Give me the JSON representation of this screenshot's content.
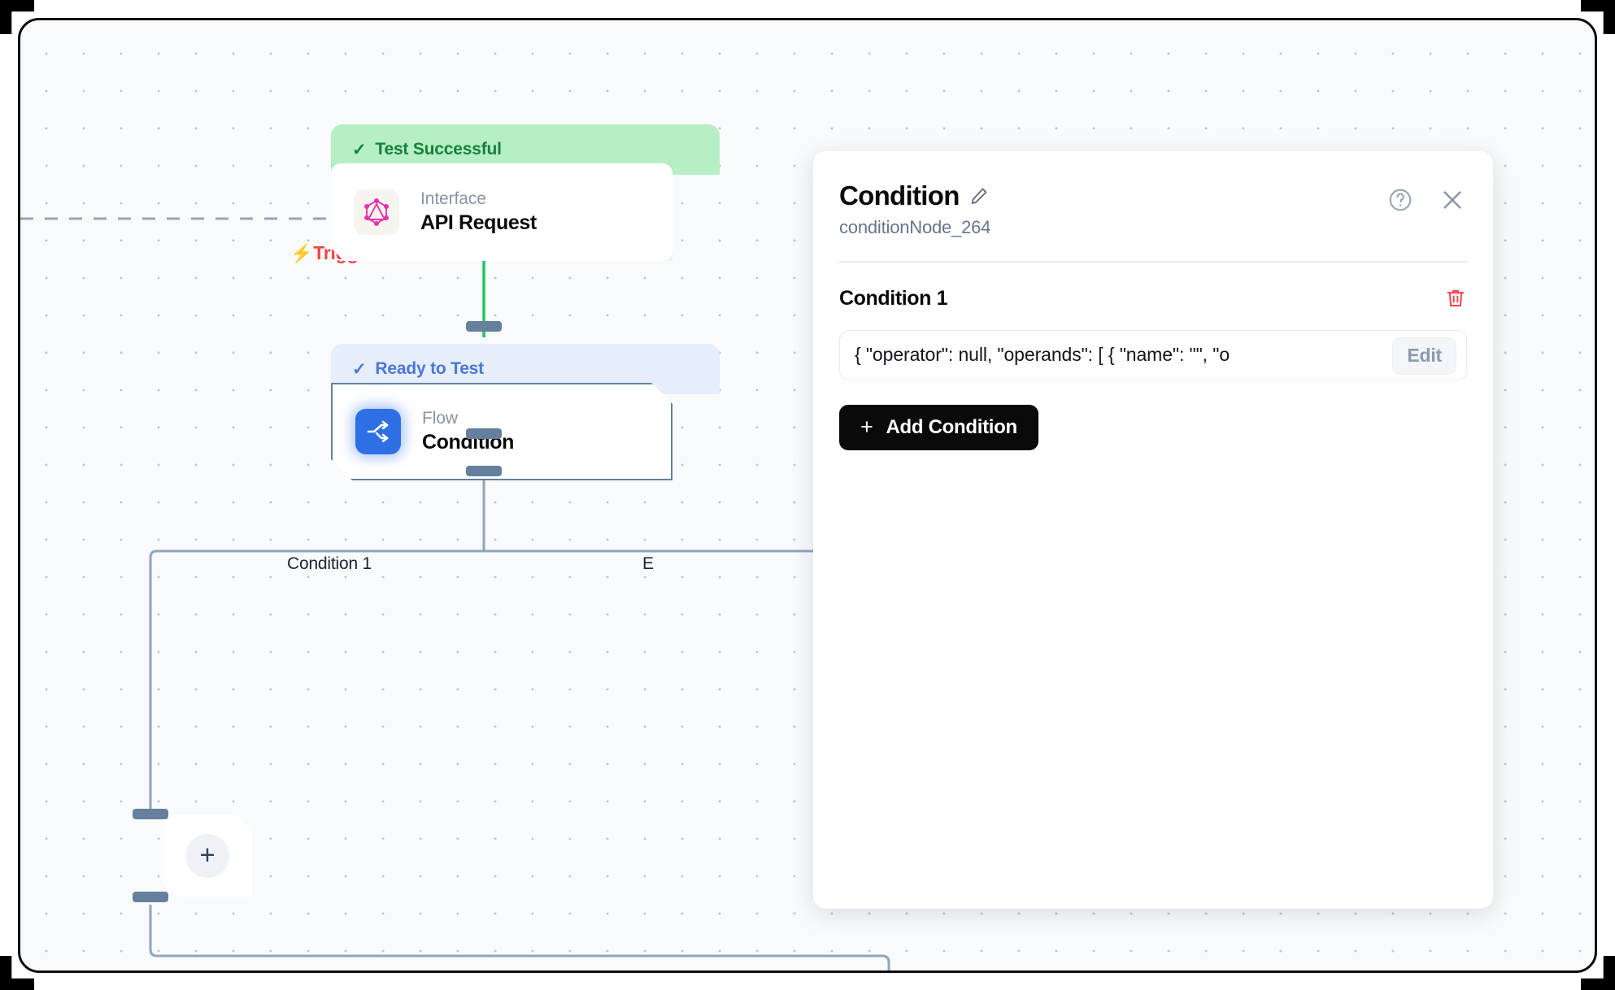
{
  "canvas": {
    "trigger": {
      "label": "Trigger",
      "icon": "lightning-bolt-icon",
      "color": "#ef4444"
    },
    "nodes": [
      {
        "id": "api-request",
        "status": "Test Successful",
        "status_state": "success",
        "status_color": "#16803c",
        "status_bg": "#b6efc4",
        "kind": "Interface",
        "title": "API Request",
        "icon": "graphql-icon"
      },
      {
        "id": "condition",
        "status": "Ready to Test",
        "status_state": "ready",
        "status_color": "#4c78d4",
        "status_bg": "#e6edfb",
        "kind": "Flow",
        "title": "Condition",
        "icon": "flow-branch-icon"
      }
    ],
    "branches": [
      {
        "label": "Condition 1"
      },
      {
        "label": "E"
      }
    ],
    "add_node": {
      "icon": "plus-icon",
      "label": "+"
    },
    "edge_active_color": "#22c55e",
    "edge_color": "#8fa5bb"
  },
  "panel": {
    "title": "Condition",
    "subtitle": "conditionNode_264",
    "rename_icon": "pencil-icon",
    "help_icon": "help-circle-icon",
    "close_icon": "close-icon",
    "condition": {
      "label": "Condition 1",
      "delete_icon": "trash-icon",
      "value": "{  \"operator\": null,  \"operands\": [   {    \"name\": \"\",    \"o",
      "edit_label": "Edit"
    },
    "add_condition": {
      "label": "Add Condition",
      "plus": "+"
    }
  }
}
